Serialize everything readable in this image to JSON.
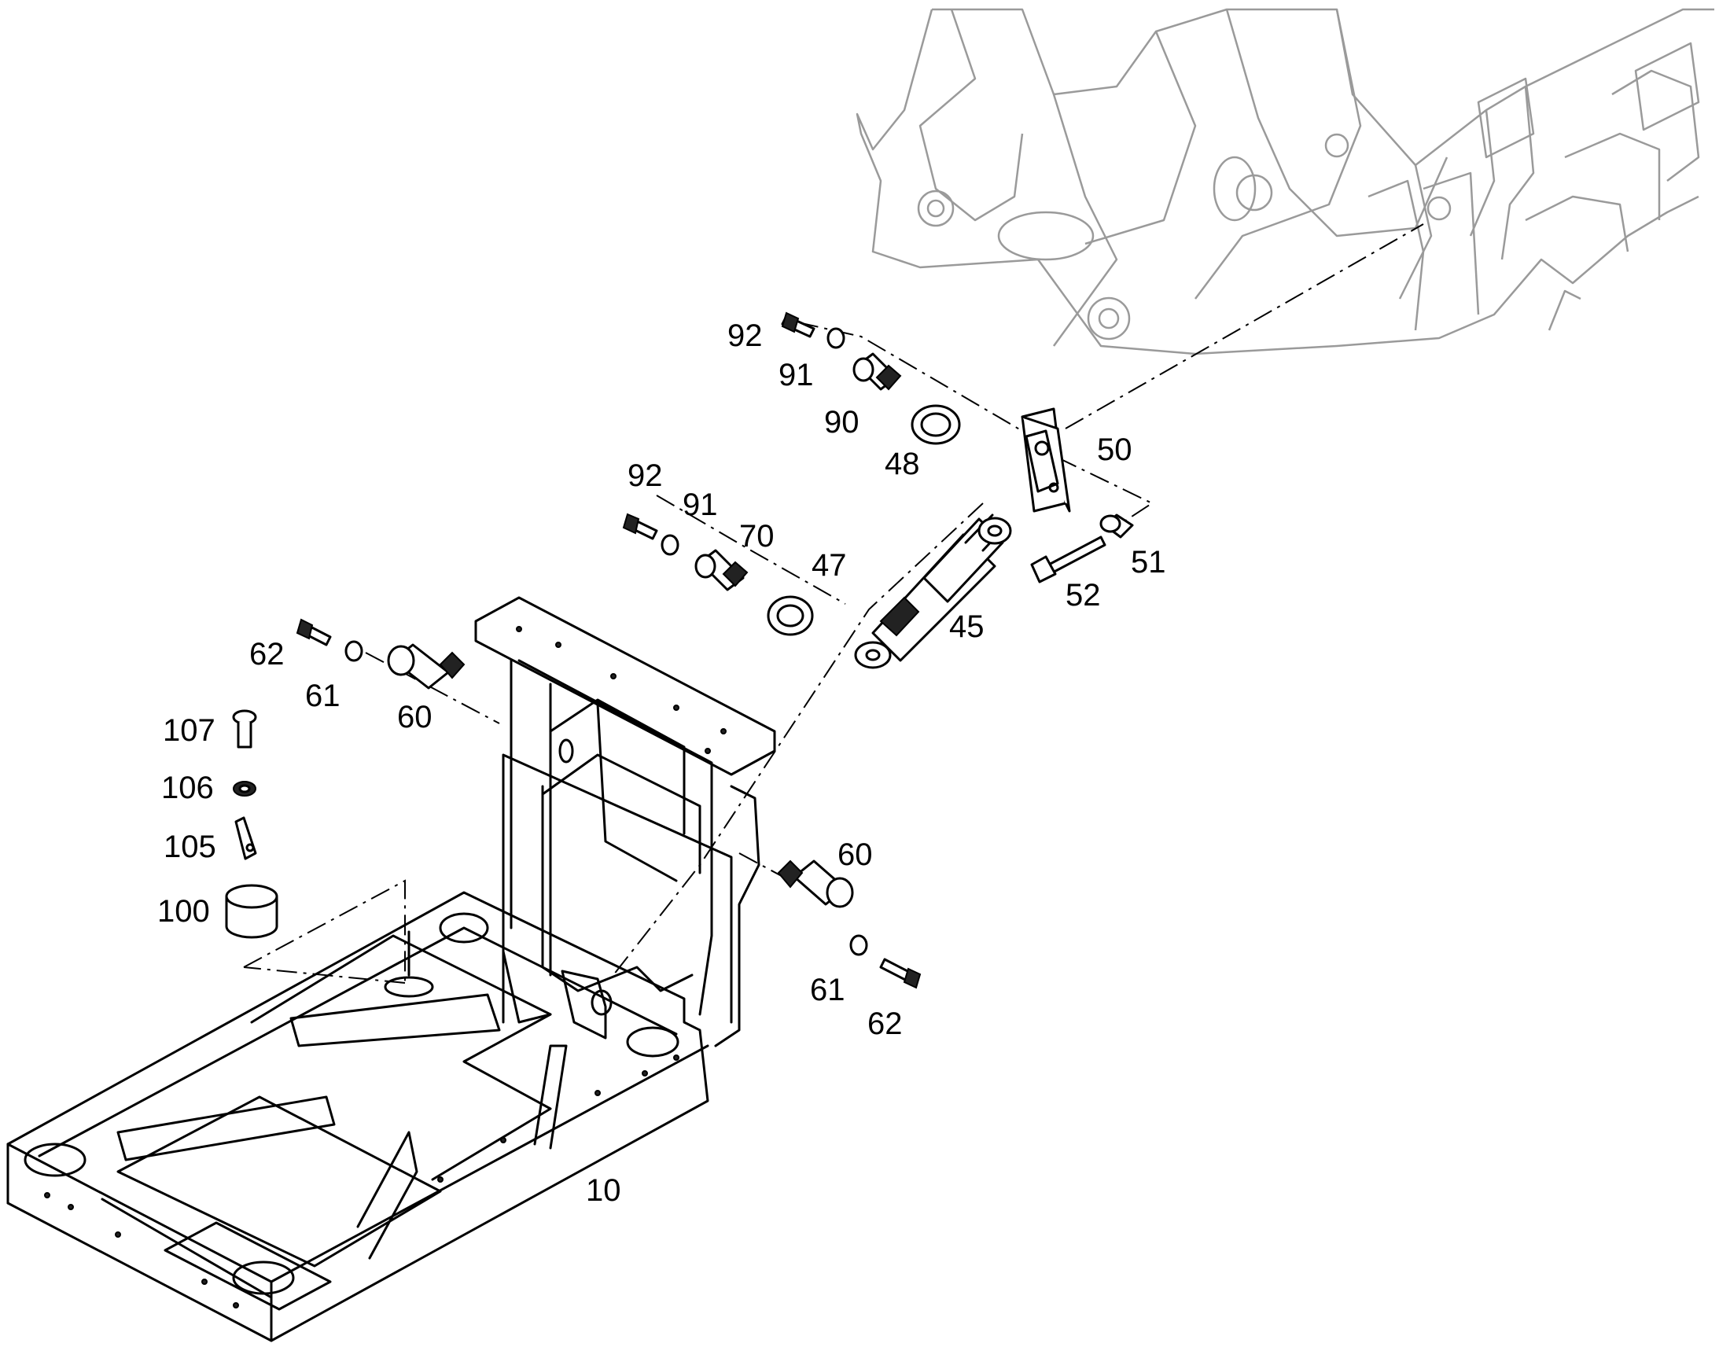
{
  "labels": {
    "l10": "10",
    "l45": "45",
    "l47": "47",
    "l48": "48",
    "l50": "50",
    "l51": "51",
    "l52": "52",
    "l60a": "60",
    "l60b": "60",
    "l61a": "61",
    "l61b": "61",
    "l62a": "62",
    "l62b": "62",
    "l70": "70",
    "l90": "90",
    "l91a": "91",
    "l91b": "91",
    "l92a": "92",
    "l92b": "92",
    "l100": "100",
    "l105": "105",
    "l106": "106",
    "l107": "107"
  }
}
